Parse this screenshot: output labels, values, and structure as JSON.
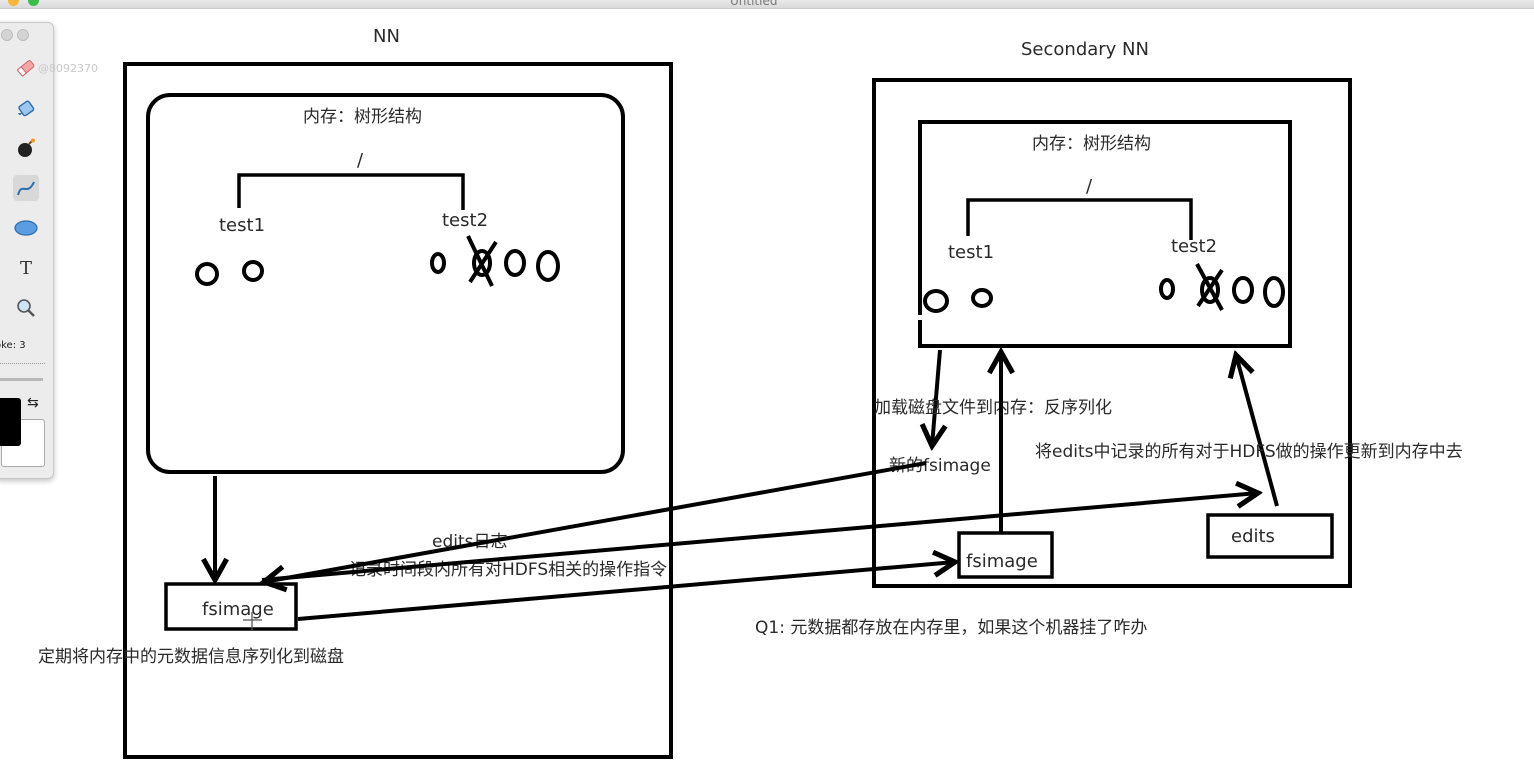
{
  "window": {
    "title": "Untitled"
  },
  "palette": {
    "stroke_label": "oke: 3",
    "tools": [
      {
        "name": "eraser-icon"
      },
      {
        "name": "fill-bucket-icon"
      },
      {
        "name": "bomb-icon"
      },
      {
        "name": "curve-icon"
      },
      {
        "name": "ellipse-icon"
      },
      {
        "name": "text-tool-icon"
      },
      {
        "name": "magnifier-icon"
      }
    ],
    "colors": {
      "foreground": "#000000",
      "background": "#ffffff"
    }
  },
  "watermark": "@8092370",
  "diagram": {
    "nn": {
      "title": "NN",
      "memory_label": "内存：树形结构",
      "root": "/",
      "child1": "test1",
      "child2": "test2",
      "fsimage_box": "fsimage",
      "serialize_note": "定期将内存中的元数据信息序列化到磁盘",
      "edits_label": "edits日志",
      "edits_desc": "记录时间段内所有对HDFS相关的操作指令"
    },
    "snn": {
      "title": "Secondary NN",
      "memory_label": "内存：树形结构",
      "root": "/",
      "child1": "test1",
      "child2": "test2",
      "fsimage_box": "fsimage",
      "edits_box": "edits",
      "load_note": "加载磁盘文件到内存：反序列化",
      "new_fsimage": "新的fsimage",
      "apply_edits_note": "将edits中记录的所有对于HDFS做的操作更新到内存中去"
    },
    "question": "Q1: 元数据都存放在内存里，如果这个机器挂了咋办"
  }
}
